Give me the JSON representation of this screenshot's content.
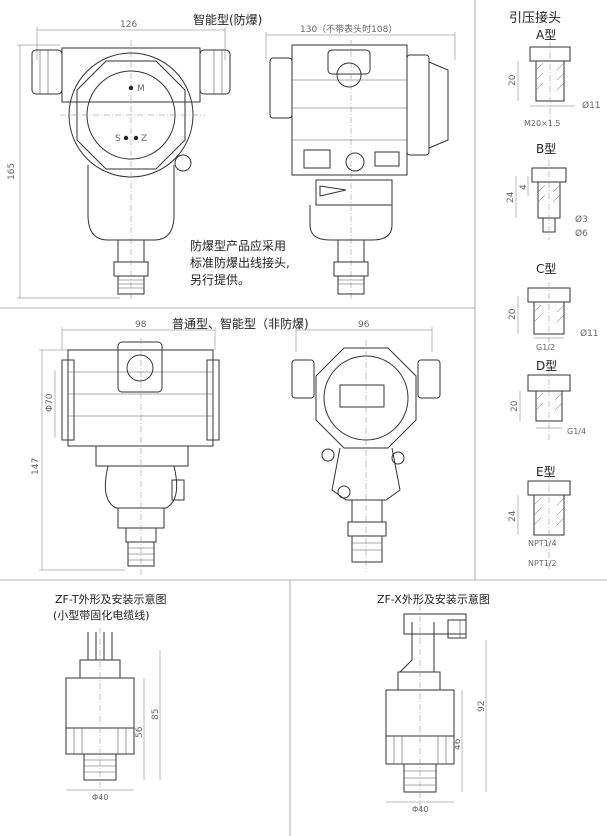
{
  "sections": {
    "explosion_proof": "智能型(防爆)",
    "standard": "普通型、智能型（非防爆)",
    "fittings": "引压接头",
    "zf_t_title": "ZF-T外形及安装示意图",
    "zf_t_sub": "(小型带固化电缆线)",
    "zf_x_title": "ZF-X外形及安装示意图"
  },
  "note_lines": [
    "防爆型产品应采用",
    "标准防爆出线接头,",
    "另行提供。"
  ],
  "dimensions": {
    "w126": "126",
    "w130": "130（不带表头时108）",
    "h165": "165",
    "w98": "98",
    "w96": "96",
    "d70": "Φ70",
    "h147": "147",
    "zft_len": "85",
    "zft_body": "56",
    "zft_dia": "Φ40",
    "zfx_len": "92",
    "zfx_body": "46",
    "zfx_dia": "Φ40"
  },
  "head_markers": {
    "m": "M",
    "s": "S",
    "z": "Z"
  },
  "fittings": [
    {
      "label": "A型",
      "dims": [
        "20",
        "Ø11",
        "M20×1.5"
      ]
    },
    {
      "label": "B型",
      "dims": [
        "24",
        "4",
        "Ø3",
        "Ø6"
      ]
    },
    {
      "label": "C型",
      "dims": [
        "20",
        "Ø11",
        "G1/2"
      ]
    },
    {
      "label": "D型",
      "dims": [
        "20",
        "G1/4"
      ]
    },
    {
      "label": "E型",
      "dims": [
        "24",
        "NPT1/4",
        "NPT1/2"
      ]
    }
  ]
}
